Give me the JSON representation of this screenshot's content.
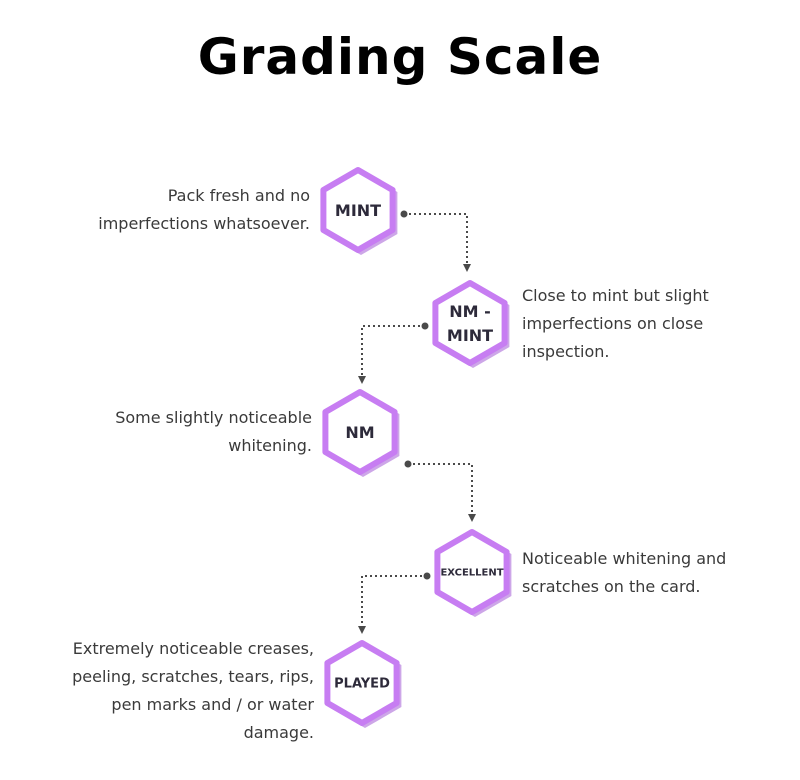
{
  "title": "Grading Scale",
  "colors": {
    "hex_border": "#c77df2",
    "hex_fill": "#ffffff",
    "hex_shadow": "#a45cd6",
    "connector": "#4a4a4a",
    "label": "#2d2a3a",
    "description": "#3a3a3a"
  },
  "grades": [
    {
      "label_lines": [
        "MINT"
      ],
      "description_lines": [
        "Pack fresh and no",
        "imperfections whatsoever."
      ]
    },
    {
      "label_lines": [
        "NM -",
        "MINT"
      ],
      "description_lines": [
        "Close to mint but slight",
        "imperfections on close",
        "inspection."
      ]
    },
    {
      "label_lines": [
        "NM"
      ],
      "description_lines": [
        "Some slightly noticeable",
        "whitening."
      ]
    },
    {
      "label_lines": [
        "EXCELLENT"
      ],
      "description_lines": [
        "Noticeable whitening and",
        "scratches on the card."
      ]
    },
    {
      "label_lines": [
        "PLAYED"
      ],
      "description_lines": [
        "Extremely noticeable creases,",
        "peeling, scratches, tears, rips,",
        "pen marks and / or water",
        "damage."
      ]
    }
  ]
}
